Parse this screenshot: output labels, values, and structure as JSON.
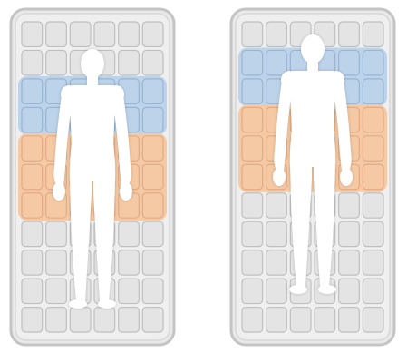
{
  "colors": {
    "background": "#ffffff",
    "mattress_frame": "#e9e9e9",
    "mattress_border": "#c4c4c4",
    "mattress_shadow": "#d7d7d7",
    "cell_fill": "#e4e4e4",
    "cell_stroke": "#bdbdbd",
    "zone_blue": "#bcd3ea",
    "zone_blue_stroke": "#98b4d2",
    "zone_orange": "#f4c9a4",
    "zone_orange_stroke": "#e3a983",
    "figure": "#ffffff"
  },
  "panels": [
    {
      "name": "left",
      "figure_icon": "human-silhouette-icon",
      "rows": [
        "grey",
        "grey",
        "blue",
        "blue",
        "orange",
        "orange",
        "orange",
        "grey",
        "grey",
        "grey",
        "grey"
      ]
    },
    {
      "name": "right",
      "figure_icon": "human-silhouette-icon",
      "rows": [
        "grey",
        "blue",
        "blue",
        "orange",
        "orange",
        "orange",
        "grey",
        "grey",
        "grey",
        "grey",
        "grey"
      ]
    }
  ]
}
